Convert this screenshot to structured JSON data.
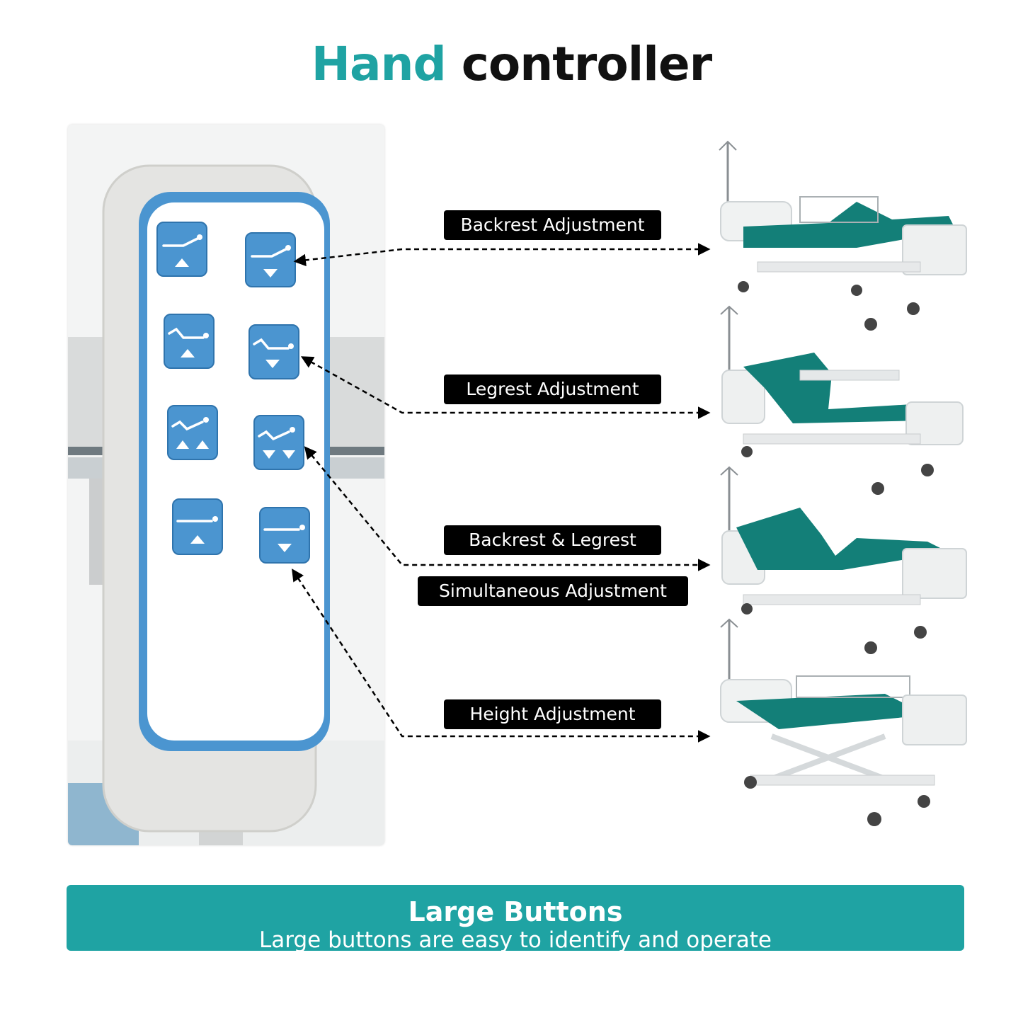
{
  "title": {
    "accent": "Hand",
    "rest": "controller"
  },
  "labels": {
    "backrest": "Backrest Adjustment",
    "legrest": "Legrest Adjustment",
    "both_line1": "Backrest & Legrest",
    "both_line2": "Simultaneous Adjustment",
    "height": "Height Adjustment"
  },
  "banner": {
    "heading": "Large Buttons",
    "subtext": "Large buttons are easy to identify and operate"
  },
  "colors": {
    "accent": "#1fa3a3",
    "controller_blue": "#4b95d0",
    "mattress_teal": "#137f78",
    "label_bg": "#000000"
  },
  "icons": [
    "backrest-up-icon",
    "backrest-down-icon",
    "legrest-up-icon",
    "legrest-down-icon",
    "combined-up-icon",
    "combined-down-icon",
    "height-up-icon",
    "height-down-icon",
    "arrow-icon"
  ]
}
